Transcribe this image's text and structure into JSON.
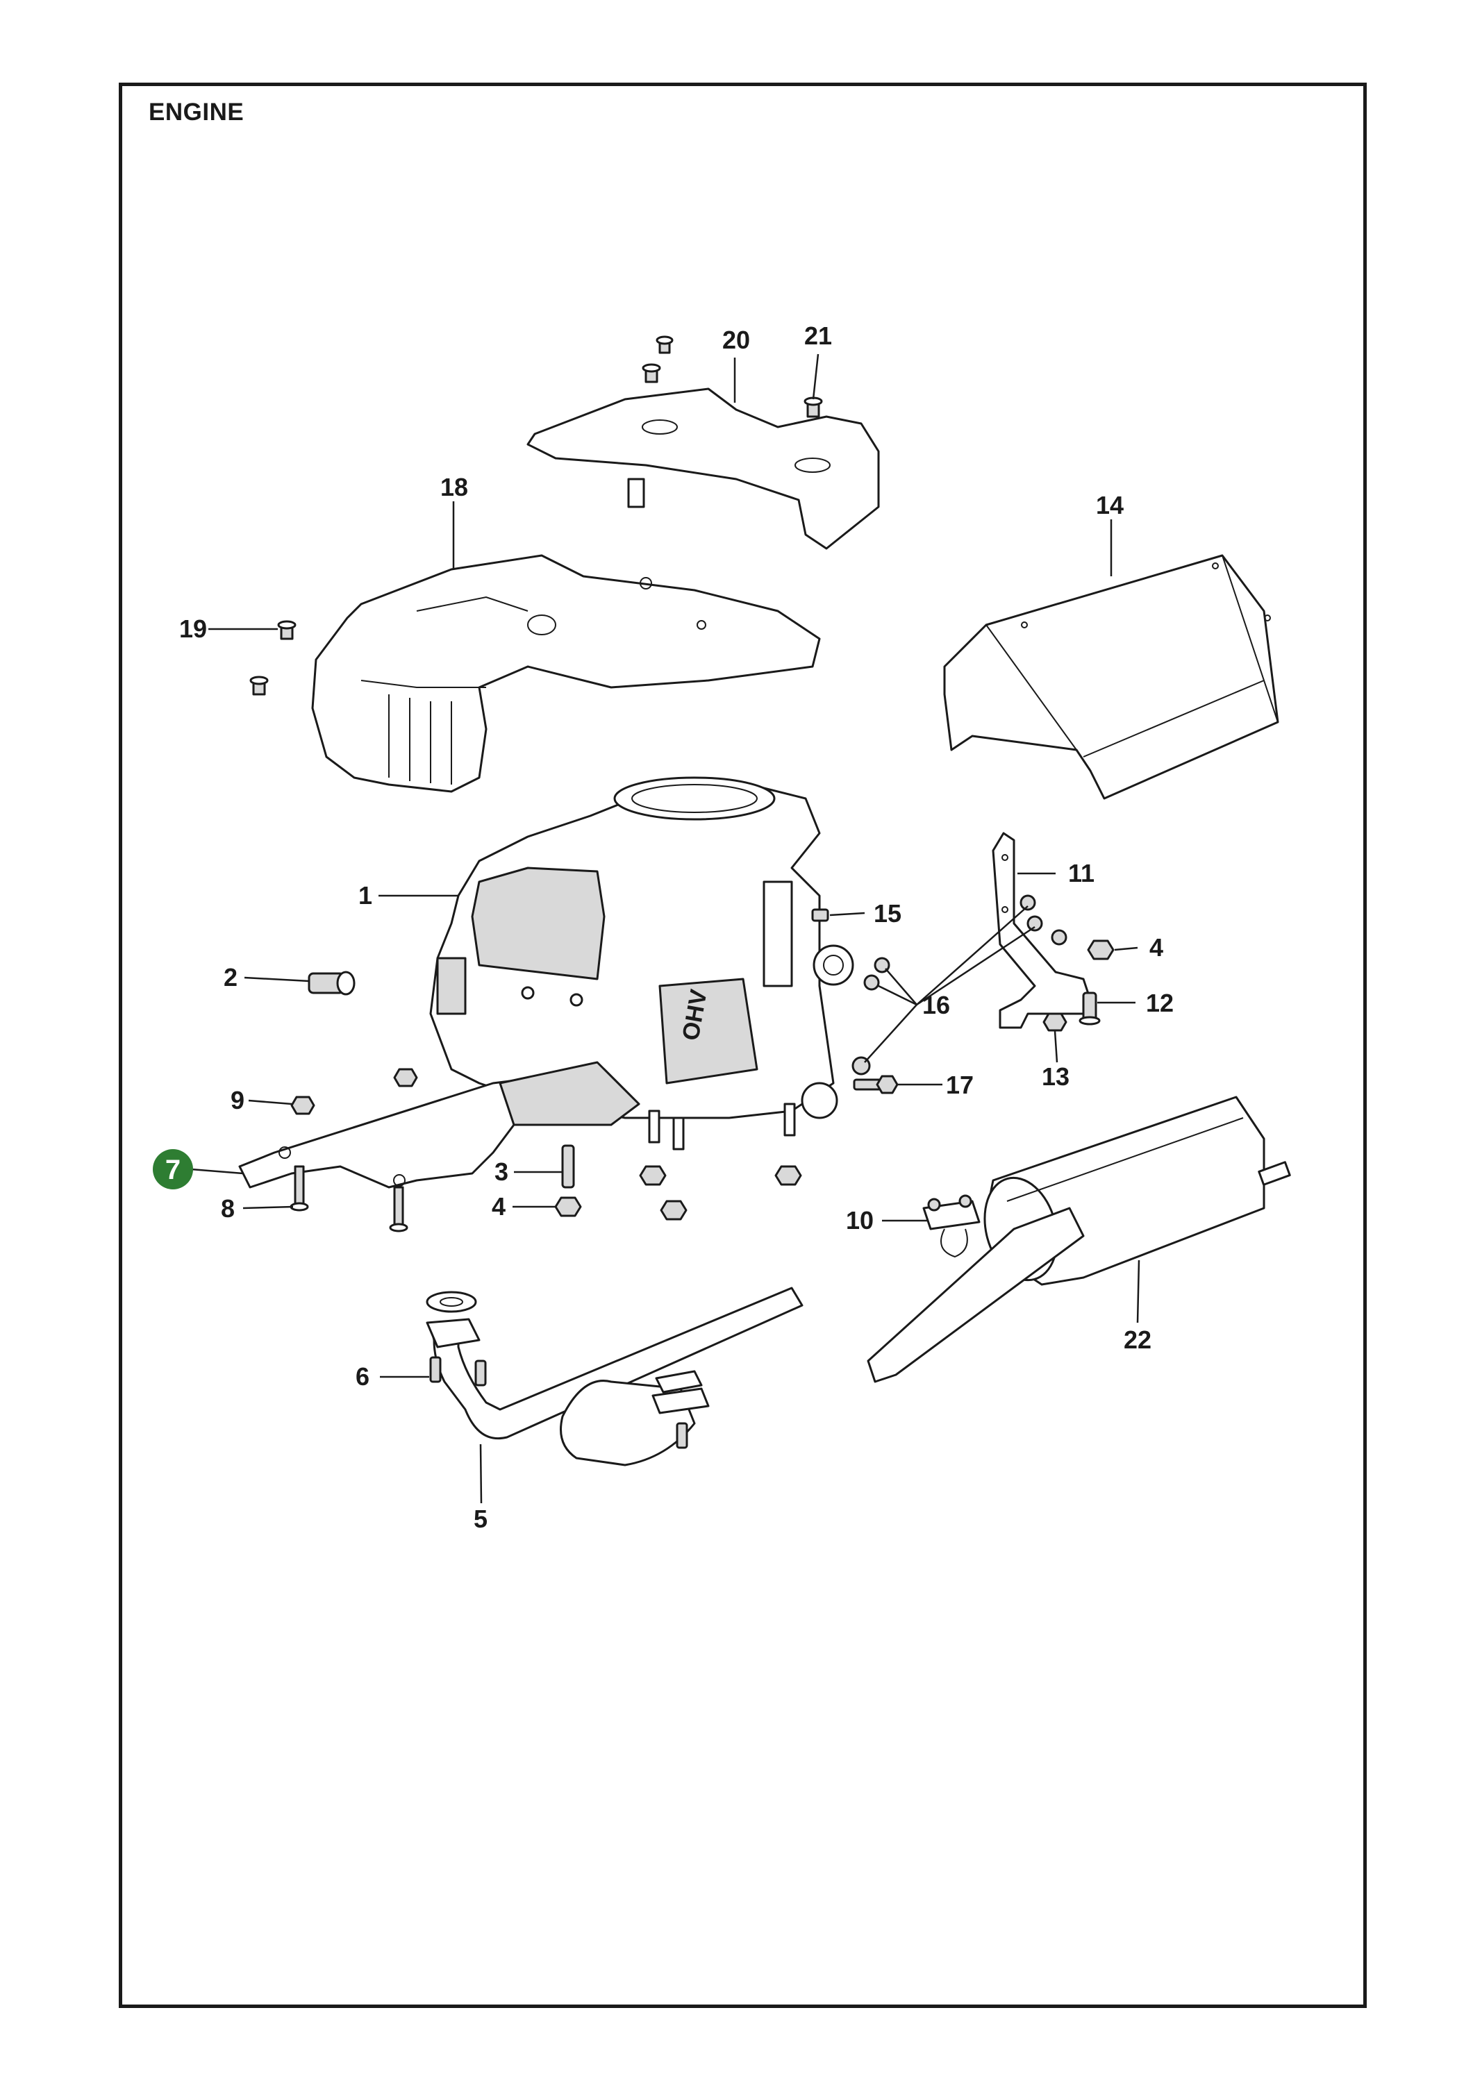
{
  "title": "ENGINE",
  "colors": {
    "highlight_badge": "#2e7d32",
    "line": "#1a1a1a"
  },
  "callouts": [
    {
      "id": "1",
      "label": "1"
    },
    {
      "id": "2",
      "label": "2"
    },
    {
      "id": "3",
      "label": "3"
    },
    {
      "id": "4a",
      "label": "4"
    },
    {
      "id": "4b",
      "label": "4"
    },
    {
      "id": "5",
      "label": "5"
    },
    {
      "id": "6",
      "label": "6"
    },
    {
      "id": "7",
      "label": "7",
      "highlighted": true
    },
    {
      "id": "8",
      "label": "8"
    },
    {
      "id": "9",
      "label": "9"
    },
    {
      "id": "10",
      "label": "10"
    },
    {
      "id": "11",
      "label": "11"
    },
    {
      "id": "12",
      "label": "12"
    },
    {
      "id": "13",
      "label": "13"
    },
    {
      "id": "14",
      "label": "14"
    },
    {
      "id": "15",
      "label": "15"
    },
    {
      "id": "16",
      "label": "16"
    },
    {
      "id": "17",
      "label": "17"
    },
    {
      "id": "18",
      "label": "18"
    },
    {
      "id": "19",
      "label": "19"
    },
    {
      "id": "20",
      "label": "20"
    },
    {
      "id": "21",
      "label": "21"
    },
    {
      "id": "22",
      "label": "22"
    }
  ],
  "engine_marking": "OHV"
}
